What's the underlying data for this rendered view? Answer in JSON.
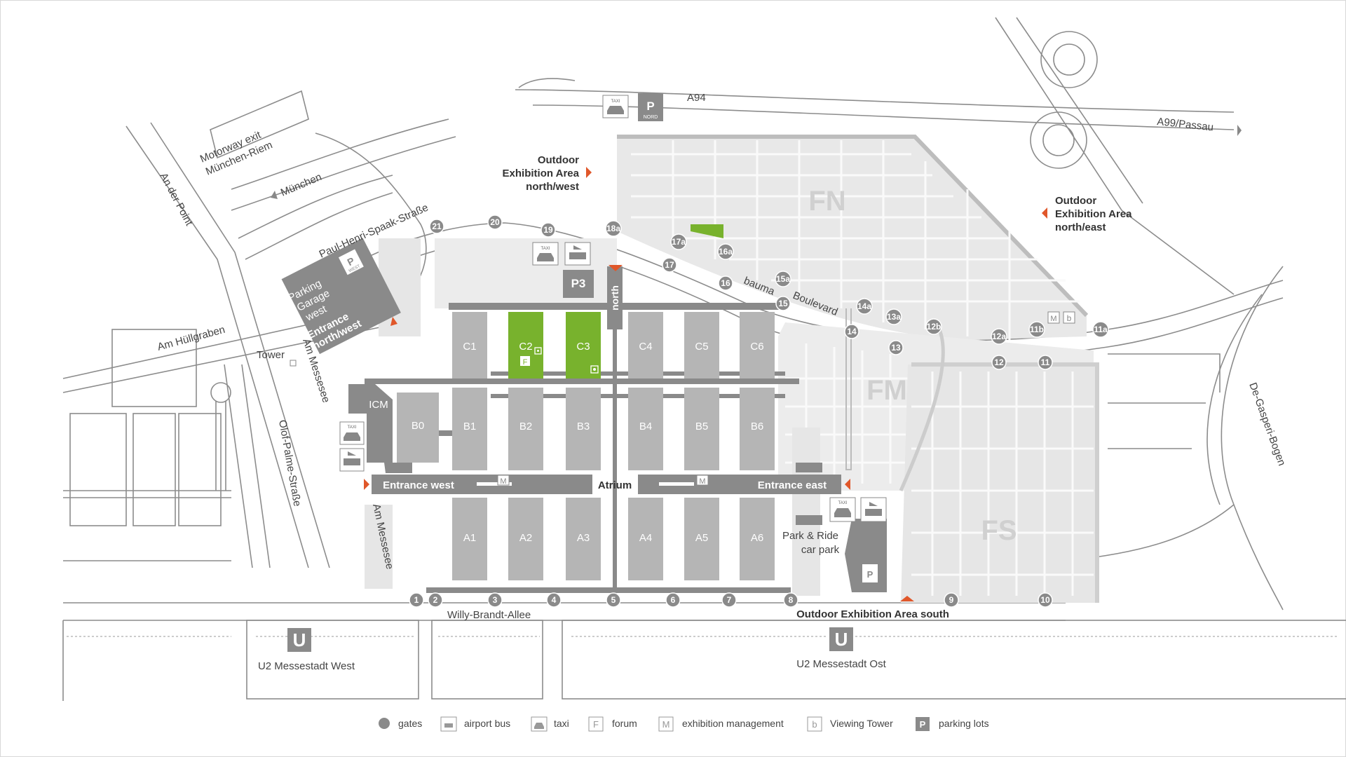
{
  "colors": {
    "hall": "#b5b5b5",
    "hall_highlight": "#78b22d",
    "building_dark": "#8a8a8a",
    "outdoor_area": "#e6e6e6",
    "road_line": "#8c8c8c",
    "entrance_arrow": "#e0572a",
    "gate": "#8a8a8a"
  },
  "roads": {
    "a94": "A94",
    "a99": "A99/Passau",
    "motorway_exit": "Motorway exit",
    "motorway_exit_city": "München-Riem",
    "muenchen": "München",
    "an_der_point": "An der Point",
    "paul_henri": "Paul-Henri-Spaak-Straße",
    "am_huellgraben": "Am Hüllgraben",
    "am_messesee_1": "Am Messesee",
    "am_messesee_2": "Am Messesee",
    "olof_palme": "Olof-Palme-Straße",
    "willy_brandt": "Willy-Brandt-Allee",
    "de_gasperi": "De-Gasperi-Bogen",
    "bauma": "bauma",
    "boulevard": "Boulevard"
  },
  "areas": {
    "outdoor_nw_line1": "Outdoor",
    "outdoor_nw_line2": "Exhibition Area",
    "outdoor_nw_line3": "north/west",
    "outdoor_ne_line1": "Outdoor",
    "outdoor_ne_line2": "Exhibition Area",
    "outdoor_ne_line3": "north/east",
    "outdoor_south": "Outdoor Exhibition Area south",
    "fn": "FN",
    "fm": "FM",
    "fs": "FS",
    "tower": "Tower",
    "atrium": "Atrium",
    "park_ride_1": "Park & Ride",
    "park_ride_2": "car park",
    "north": "north",
    "p3": "P3",
    "icm": "ICM"
  },
  "entrances": {
    "west": "Entrance west",
    "east": "Entrance east",
    "north_west_1": "Entrance",
    "north_west_2": "north/west"
  },
  "parking": {
    "garage_west_1": "Parking",
    "garage_west_2": "Garage",
    "garage_west_3": "west",
    "p_letter": "P",
    "west_small": "WEST",
    "nord_small": "NORD",
    "taxi_small": "TAXI"
  },
  "halls": {
    "row_c": [
      "C1",
      "C2",
      "C3",
      "C4",
      "C5",
      "C6"
    ],
    "row_b": [
      "B1",
      "B2",
      "B3",
      "B4",
      "B5",
      "B6"
    ],
    "row_a": [
      "A1",
      "A2",
      "A3",
      "A4",
      "A5",
      "A6"
    ],
    "b0": "B0",
    "highlighted": [
      "C2",
      "C3"
    ]
  },
  "gates": [
    "1",
    "2",
    "3",
    "4",
    "5",
    "6",
    "7",
    "8",
    "9",
    "10",
    "11",
    "11a",
    "11b",
    "12",
    "12a",
    "12b",
    "13",
    "13a",
    "14",
    "14a",
    "15",
    "15a",
    "16",
    "16a",
    "17",
    "17a",
    "18a",
    "19",
    "20",
    "21"
  ],
  "ubahn": {
    "letter": "U",
    "west": "U2 Messestadt West",
    "east": "U2 Messestadt Ost"
  },
  "symbols": {
    "m": "M",
    "f": "F",
    "b": "b",
    "p": "P"
  },
  "legend": [
    {
      "icon": "gate-icon",
      "label": "gates"
    },
    {
      "icon": "airport-bus-icon",
      "label": "airport bus"
    },
    {
      "icon": "taxi-icon",
      "label": "taxi"
    },
    {
      "icon": "forum-icon",
      "label": "forum"
    },
    {
      "icon": "exhibition-management-icon",
      "label": "exhibition management"
    },
    {
      "icon": "viewing-tower-icon",
      "label": "Viewing Tower"
    },
    {
      "icon": "parking-icon",
      "label": "parking lots"
    }
  ]
}
